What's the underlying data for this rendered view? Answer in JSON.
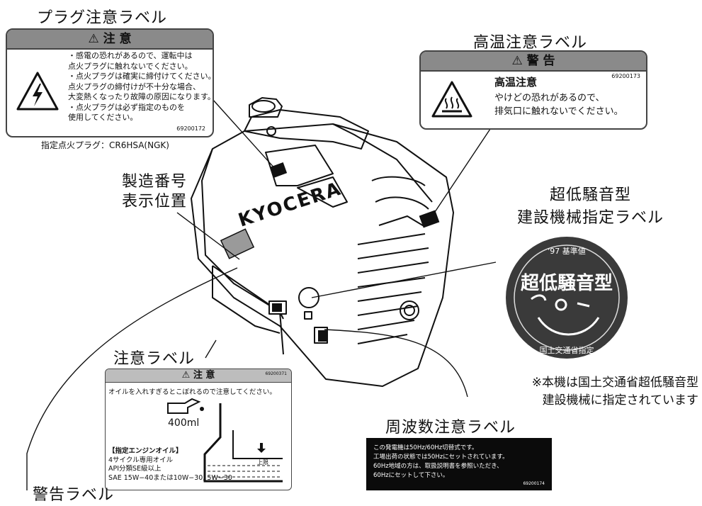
{
  "plug_label": {
    "title": "プラグ注意ラベル",
    "header": "注 意",
    "lines": [
      "・感電の恐れがあるので、運転中は",
      "点火プラグに触れないでください。",
      "・点火プラグは確実に締付けてください。",
      "点火プラグの締付けが不十分な場合、",
      "大変熱くなったり故障の原因になります。",
      "・点火プラグは必ず指定のものを",
      "使用してください。"
    ],
    "code": "69200172",
    "spec": "指定点火プラグ：CR6HSA(NGK)"
  },
  "heat_label": {
    "title": "高温注意ラベル",
    "header": "警 告",
    "code": "69200173",
    "heading": "高温注意",
    "lines": [
      "やけどの恐れがあるので、",
      "排気口に触れないでください。"
    ]
  },
  "serial_label": {
    "lines": [
      "製造番号",
      "表示位置"
    ]
  },
  "low_noise": {
    "title_lines": [
      "超低騒音型",
      "建設機械指定ラベル"
    ],
    "seal_top": "'97 基準値",
    "seal_main": "超低騒音型",
    "seal_bottom": "国土交通省指定",
    "note_lines": [
      "※本機は国土交通省超低騒音型",
      "建設機械に指定されています"
    ]
  },
  "caution_label": {
    "title": "注意ラベル",
    "header": "注 意",
    "code": "69200371",
    "line1": "オイルを入れすぎるとこぼれるので注意してください。",
    "volume": "400ml",
    "limit": "上限",
    "oil_lines": [
      "【指定エンジンオイル】",
      "4サイクル専用オイル",
      "API分類SE級以上",
      "SAE 15W−40または10W−30, 5W−30"
    ]
  },
  "freq_label": {
    "title": "周波数注意ラベル",
    "lines": [
      "この発電機は50Hz/60Hz切替式です。",
      "工場出荷の状態では50Hzにセットされています。",
      "60Hz地域の方は、取扱説明書を参照いただき、",
      "60Hzにセットして下さい。"
    ],
    "code": "69200174"
  },
  "warning_label": {
    "title": "警告ラベル"
  },
  "brand": "KYOCERA"
}
